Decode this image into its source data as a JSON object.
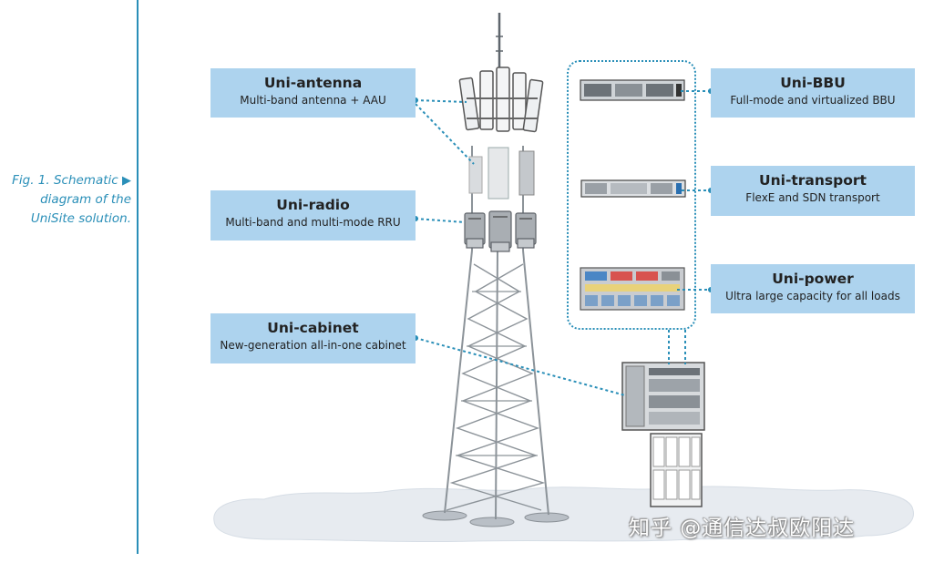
{
  "caption": {
    "text": "Fig. 1. Schematic diagram of the UniSite solution.",
    "line1": "Fig. 1. Schematic",
    "line2": "diagram of the",
    "line3": "UniSite solution.",
    "arrow": "▶"
  },
  "labels": {
    "antenna": {
      "title": "Uni-antenna",
      "subtitle": "Multi-band antenna + AAU"
    },
    "radio": {
      "title": "Uni-radio",
      "subtitle": "Multi-band and multi-mode RRU"
    },
    "cabinet": {
      "title": "Uni-cabinet",
      "subtitle": "New-generation all-in-one cabinet"
    },
    "bbu": {
      "title": "Uni-BBU",
      "subtitle": "Full-mode and virtualized BBU"
    },
    "transport": {
      "title": "Uni-transport",
      "subtitle": "FlexE and SDN transport"
    },
    "power": {
      "title": "Uni-power",
      "subtitle": "Ultra large capacity for all loads"
    }
  },
  "watermark": "知乎 @通信达叔欧阳达",
  "colors": {
    "accent": "#2a8fb8",
    "label_bg": "#add3ee",
    "ground": "#e7ebf0"
  }
}
